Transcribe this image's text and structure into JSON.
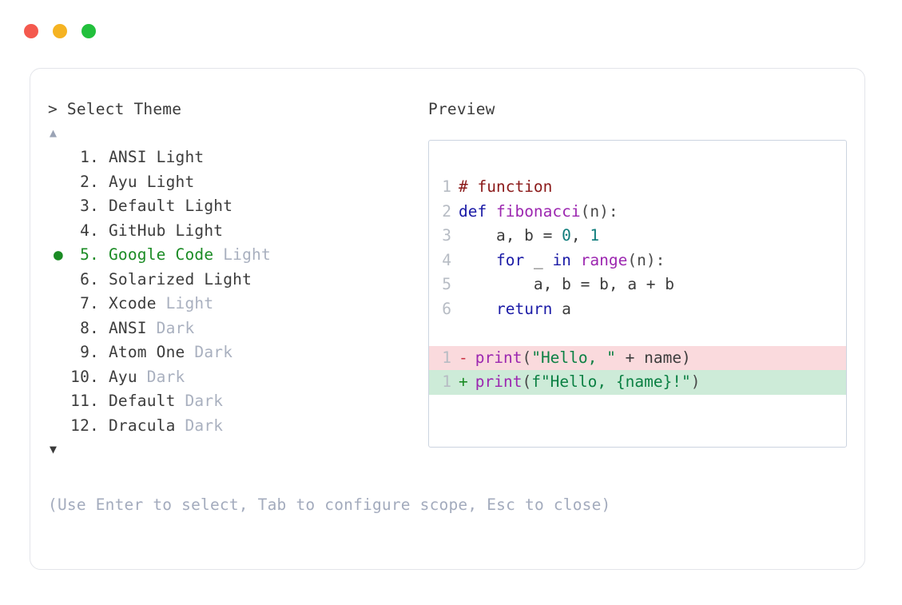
{
  "window": {
    "traffic_lights": [
      {
        "name": "close",
        "color": "#f4594e"
      },
      {
        "name": "minimize",
        "color": "#f5b322"
      },
      {
        "name": "maximize",
        "color": "#22c03c"
      }
    ]
  },
  "prompt": {
    "caret": ">",
    "title": "Select Theme"
  },
  "scroll": {
    "up_glyph": "▲",
    "down_glyph": "▼"
  },
  "selection": {
    "bullet_glyph": "●",
    "selected_index": 5,
    "accent_color": "#1a8b24"
  },
  "themes": [
    {
      "num": " 1.",
      "name": "ANSI",
      "variant": "Light",
      "variant_muted": false,
      "selected": false
    },
    {
      "num": " 2.",
      "name": "Ayu",
      "variant": "Light",
      "variant_muted": false,
      "selected": false
    },
    {
      "num": " 3.",
      "name": "Default",
      "variant": "Light",
      "variant_muted": false,
      "selected": false
    },
    {
      "num": " 4.",
      "name": "GitHub",
      "variant": "Light",
      "variant_muted": false,
      "selected": false
    },
    {
      "num": " 5.",
      "name": "Google Code",
      "variant": "Light",
      "variant_muted": true,
      "selected": true
    },
    {
      "num": " 6.",
      "name": "Solarized",
      "variant": "Light",
      "variant_muted": false,
      "selected": false
    },
    {
      "num": " 7.",
      "name": "Xcode",
      "variant": "Light",
      "variant_muted": true,
      "selected": false
    },
    {
      "num": " 8.",
      "name": "ANSI",
      "variant": "Dark",
      "variant_muted": true,
      "selected": false
    },
    {
      "num": " 9.",
      "name": "Atom One",
      "variant": "Dark",
      "variant_muted": true,
      "selected": false
    },
    {
      "num": "10.",
      "name": "Ayu",
      "variant": "Dark",
      "variant_muted": true,
      "selected": false
    },
    {
      "num": "11.",
      "name": "Default",
      "variant": "Dark",
      "variant_muted": true,
      "selected": false
    },
    {
      "num": "12.",
      "name": "Dracula",
      "variant": "Dark",
      "variant_muted": true,
      "selected": false
    }
  ],
  "hint": "(Use Enter to select, Tab to configure scope, Esc to close)",
  "preview": {
    "label": "Preview",
    "code_lines": [
      {
        "ln": "1",
        "tokens": [
          {
            "t": "# function",
            "c": "t-com"
          }
        ]
      },
      {
        "ln": "2",
        "tokens": [
          {
            "t": "def ",
            "c": "t-kw"
          },
          {
            "t": "fibonacci",
            "c": "t-fn"
          },
          {
            "t": "(n):",
            "c": "t-pun"
          }
        ]
      },
      {
        "ln": "3",
        "tokens": [
          {
            "t": "    a, b = ",
            "c": "t-id"
          },
          {
            "t": "0",
            "c": "t-num"
          },
          {
            "t": ", ",
            "c": "t-id"
          },
          {
            "t": "1",
            "c": "t-num"
          }
        ]
      },
      {
        "ln": "4",
        "tokens": [
          {
            "t": "    ",
            "c": "t-id"
          },
          {
            "t": "for",
            "c": "t-kw"
          },
          {
            "t": " _ ",
            "c": "t-id"
          },
          {
            "t": "in",
            "c": "t-kw"
          },
          {
            "t": " ",
            "c": "t-id"
          },
          {
            "t": "range",
            "c": "t-fn"
          },
          {
            "t": "(n):",
            "c": "t-pun"
          }
        ]
      },
      {
        "ln": "5",
        "tokens": [
          {
            "t": "        a, b = b, a + b",
            "c": "t-id"
          }
        ]
      },
      {
        "ln": "6",
        "tokens": [
          {
            "t": "    ",
            "c": "t-id"
          },
          {
            "t": "return",
            "c": "t-kw"
          },
          {
            "t": " a",
            "c": "t-id"
          }
        ]
      }
    ],
    "diff_lines": [
      {
        "ln": "1",
        "mark": "-",
        "kind": "del",
        "tokens": [
          {
            "t": "print",
            "c": "t-fn"
          },
          {
            "t": "(",
            "c": "t-pun"
          },
          {
            "t": "\"Hello, \"",
            "c": "t-str"
          },
          {
            "t": " + name)",
            "c": "t-id"
          }
        ]
      },
      {
        "ln": "1",
        "mark": "+",
        "kind": "add",
        "tokens": [
          {
            "t": "print",
            "c": "t-fn"
          },
          {
            "t": "(",
            "c": "t-pun"
          },
          {
            "t": "f\"Hello, {name}!\"",
            "c": "t-str"
          },
          {
            "t": ")",
            "c": "t-pun"
          }
        ]
      }
    ],
    "colors": {
      "comment": "#8b1a1a",
      "keyword": "#1a1aa6",
      "function": "#9c27b0",
      "number": "#0e7c7b",
      "string": "#0b8043",
      "line_number": "#b7bcc4",
      "diff_del_bg": "#fadadd",
      "diff_add_bg": "#cdebd8"
    }
  }
}
